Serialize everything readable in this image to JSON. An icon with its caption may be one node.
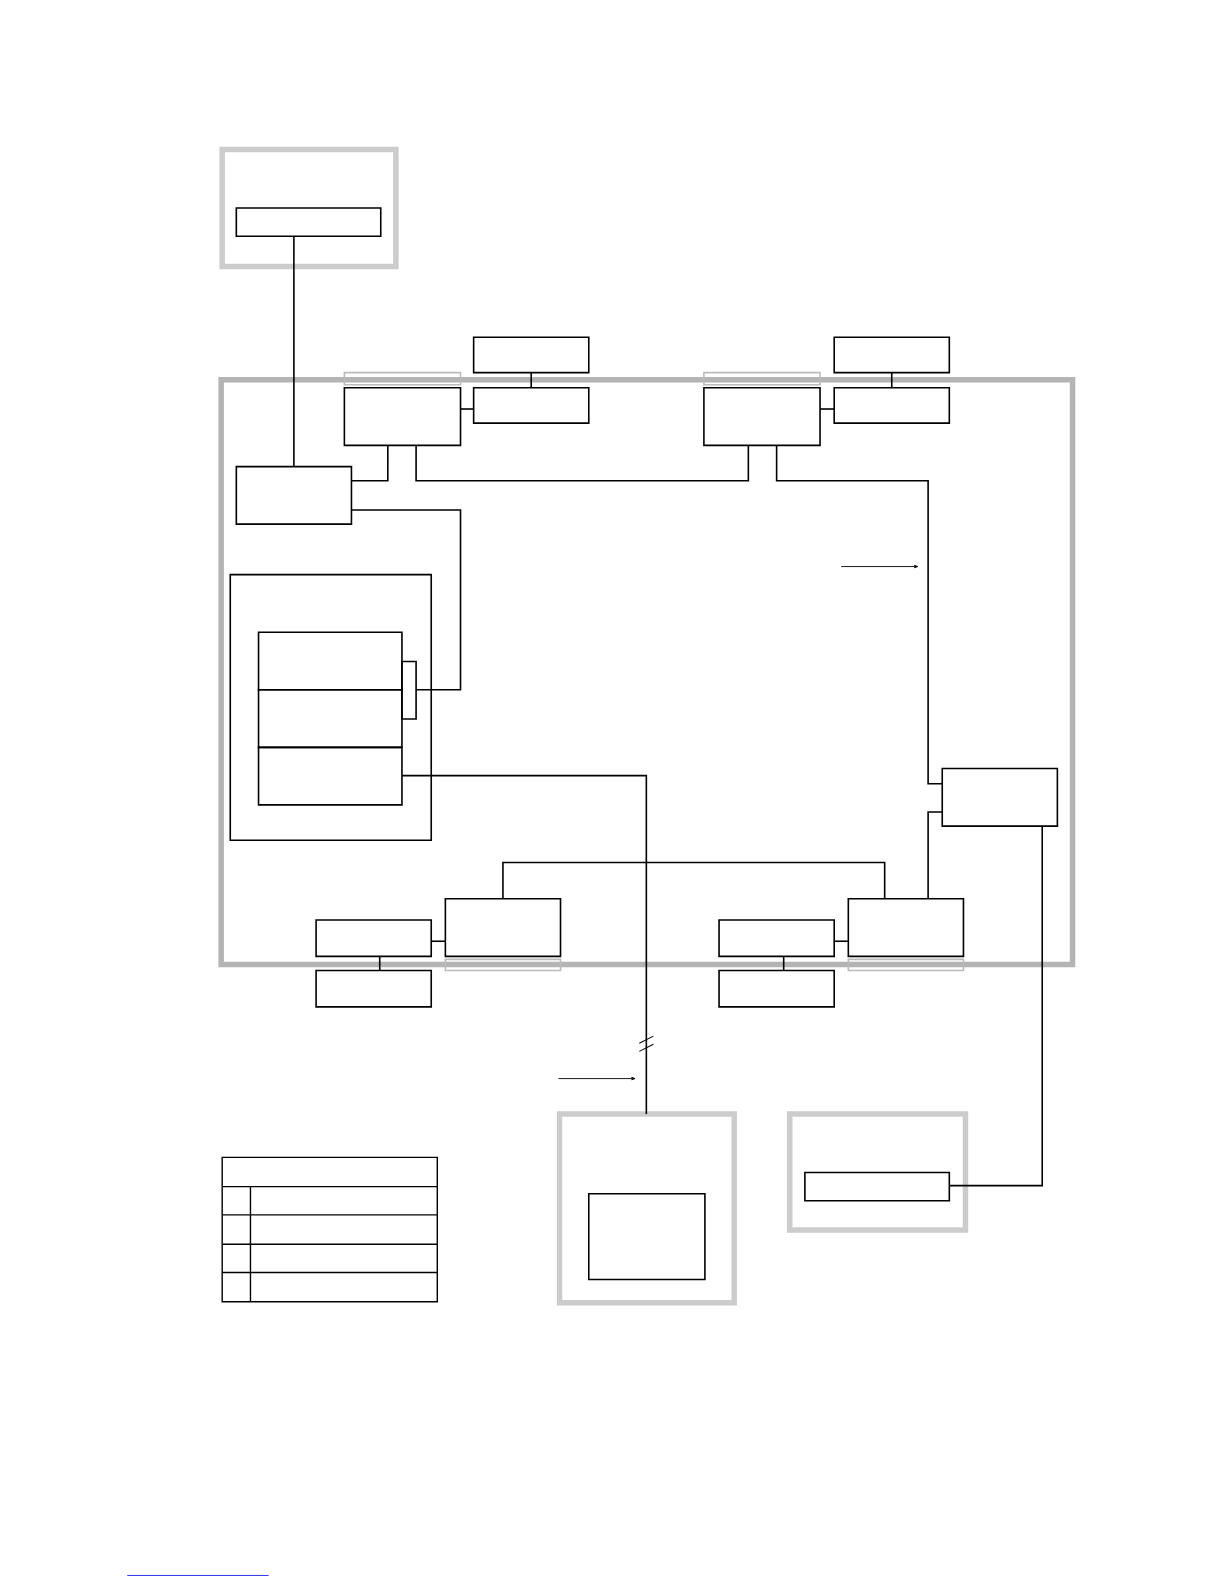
{
  "diagram": {
    "nodes": [
      {
        "text": [],
        "shape": "box"
      },
      {
        "text": [],
        "shape": "box",
        "in": 0
      },
      {
        "text": [],
        "shape": "box"
      },
      {
        "text": [],
        "shape": "box",
        "in": 2
      },
      {
        "text": [],
        "shape": "box"
      },
      {
        "text": [],
        "shape": "box",
        "in": 2
      },
      {
        "text": [],
        "shape": "box",
        "in": 2
      },
      {
        "text": [],
        "shape": "box"
      },
      {
        "text": [],
        "shape": "box",
        "in": 2
      },
      {
        "text": [],
        "shape": "box",
        "in": 2
      },
      {
        "text": [],
        "shape": "box",
        "in": 2
      },
      {
        "text": [],
        "shape": "box",
        "in": 10
      },
      {
        "text": [],
        "shape": "box",
        "in": 10
      },
      {
        "text": [],
        "shape": "box",
        "in": 10
      },
      {
        "text": [],
        "shape": "box",
        "in": 10
      },
      {
        "text": [],
        "shape": "box",
        "in": 2
      },
      {
        "text": [],
        "shape": "box",
        "in": 2
      },
      {
        "text": [],
        "shape": "box",
        "in": 2
      },
      {
        "text": [],
        "shape": "box"
      },
      {
        "text": [],
        "shape": "box",
        "in": 2
      },
      {
        "text": [],
        "shape": "box",
        "in": 2
      },
      {
        "text": [],
        "shape": "box"
      },
      {
        "text": [],
        "shape": "box"
      },
      {
        "text": [],
        "shape": "box",
        "in": 22
      },
      {
        "text": [],
        "shape": "box"
      },
      {
        "text": [],
        "shape": "box",
        "in": 24
      }
    ],
    "edges": [
      {
        "from": 1,
        "to": 9,
        "arrow": "none"
      },
      {
        "from": 3,
        "to": 9,
        "arrow": "none"
      },
      {
        "from": 3,
        "to": 6,
        "arrow": "none"
      },
      {
        "from": 6,
        "to": 15,
        "arrow": "none"
      },
      {
        "from": 9,
        "to": 14,
        "arrow": "none"
      },
      {
        "from": 13,
        "to": 22,
        "arrow": "none"
      },
      {
        "from": 17,
        "to": 20,
        "arrow": "none"
      },
      {
        "from": 15,
        "to": 20,
        "arrow": "none"
      },
      {
        "from": 15,
        "to": 25,
        "arrow": "none"
      },
      {
        "from": 3,
        "to": 5,
        "arrow": "none"
      },
      {
        "from": 4,
        "to": 5,
        "arrow": "none"
      },
      {
        "from": 6,
        "to": 8,
        "arrow": "none"
      },
      {
        "from": 7,
        "to": 8,
        "arrow": "none"
      },
      {
        "from": 16,
        "to": 17,
        "arrow": "none"
      },
      {
        "from": 16,
        "to": 18,
        "arrow": "none"
      },
      {
        "from": 19,
        "to": 20,
        "arrow": "none"
      },
      {
        "from": 19,
        "to": 21,
        "arrow": "none"
      }
    ]
  }
}
